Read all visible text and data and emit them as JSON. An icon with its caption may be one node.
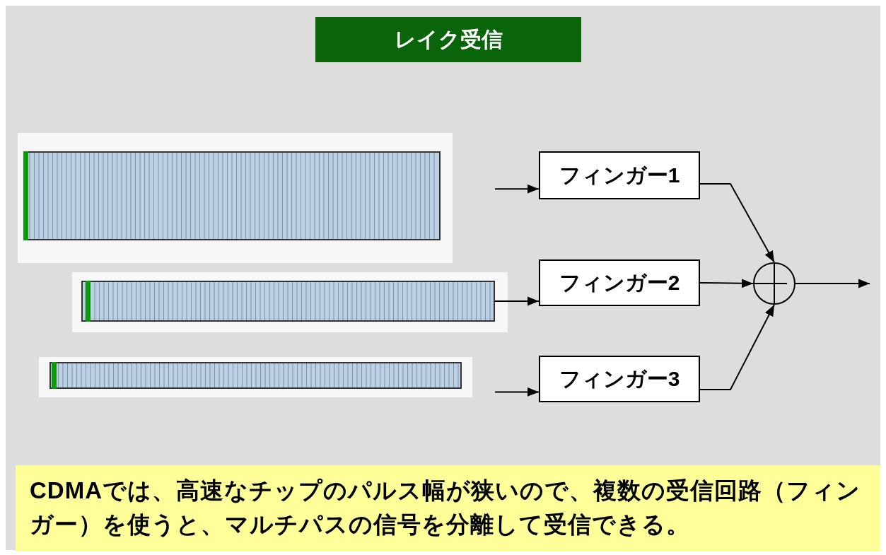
{
  "diagram": {
    "title": "レイク受信",
    "caption": "CDMAでは、高速なチップのパルス幅が狭いので、複数の受信回路（フィンガー）を使うと、マルチパスの信号を分離して受信できる。",
    "nodes": [
      {
        "text": [],
        "shape": "bar"
      },
      {
        "text": [
          "フィンガー1"
        ]
      },
      {
        "text": [],
        "shape": "bar"
      },
      {
        "text": [
          "フィンガー2"
        ]
      },
      {
        "text": [],
        "shape": "bar"
      },
      {
        "text": [
          "フィンガー3"
        ]
      },
      {
        "text": [],
        "shape": "circle"
      }
    ],
    "edges": [
      {
        "from": null,
        "to": 1,
        "arrow": "to"
      },
      {
        "from": 2,
        "to": 3,
        "arrow": "to"
      },
      {
        "from": null,
        "to": 5,
        "arrow": "to"
      },
      {
        "from": 1,
        "to": 6,
        "arrow": "to"
      },
      {
        "from": 3,
        "to": 6,
        "arrow": "to"
      },
      {
        "from": 5,
        "to": 6,
        "arrow": "to"
      },
      {
        "from": 6,
        "to": null,
        "arrow": "to"
      }
    ]
  }
}
